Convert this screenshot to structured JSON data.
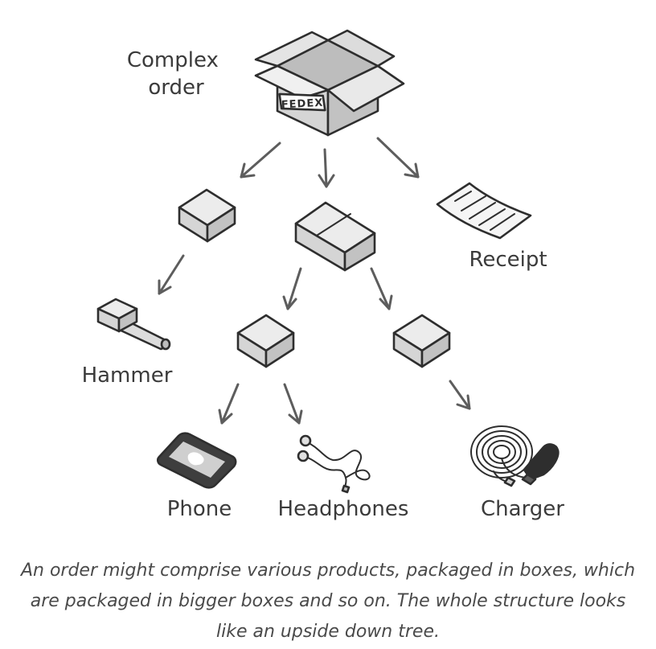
{
  "labels": {
    "root": [
      "Complex",
      "order"
    ],
    "receipt": "Receipt",
    "hammer": "Hammer",
    "phone": "Phone",
    "headphones": "Headphones",
    "charger": "Charger",
    "box_stamp": "FEDEX"
  },
  "caption": "An order might comprise various products, packaged in boxes, which are packaged in bigger boxes and so on. The whole structure looks like an upside down tree.",
  "colors": {
    "outline": "#2e2e2e",
    "arrow": "#5d5d5d",
    "box_top": "#ececec",
    "box_left": "#d5d5d5",
    "box_right": "#c2c2c2",
    "text": "#3b3b3b"
  },
  "icons": [
    "open-box-icon",
    "box-icon",
    "receipt-icon",
    "hammer-icon",
    "phone-icon",
    "headphones-icon",
    "charger-icon",
    "arrow-icon"
  ]
}
